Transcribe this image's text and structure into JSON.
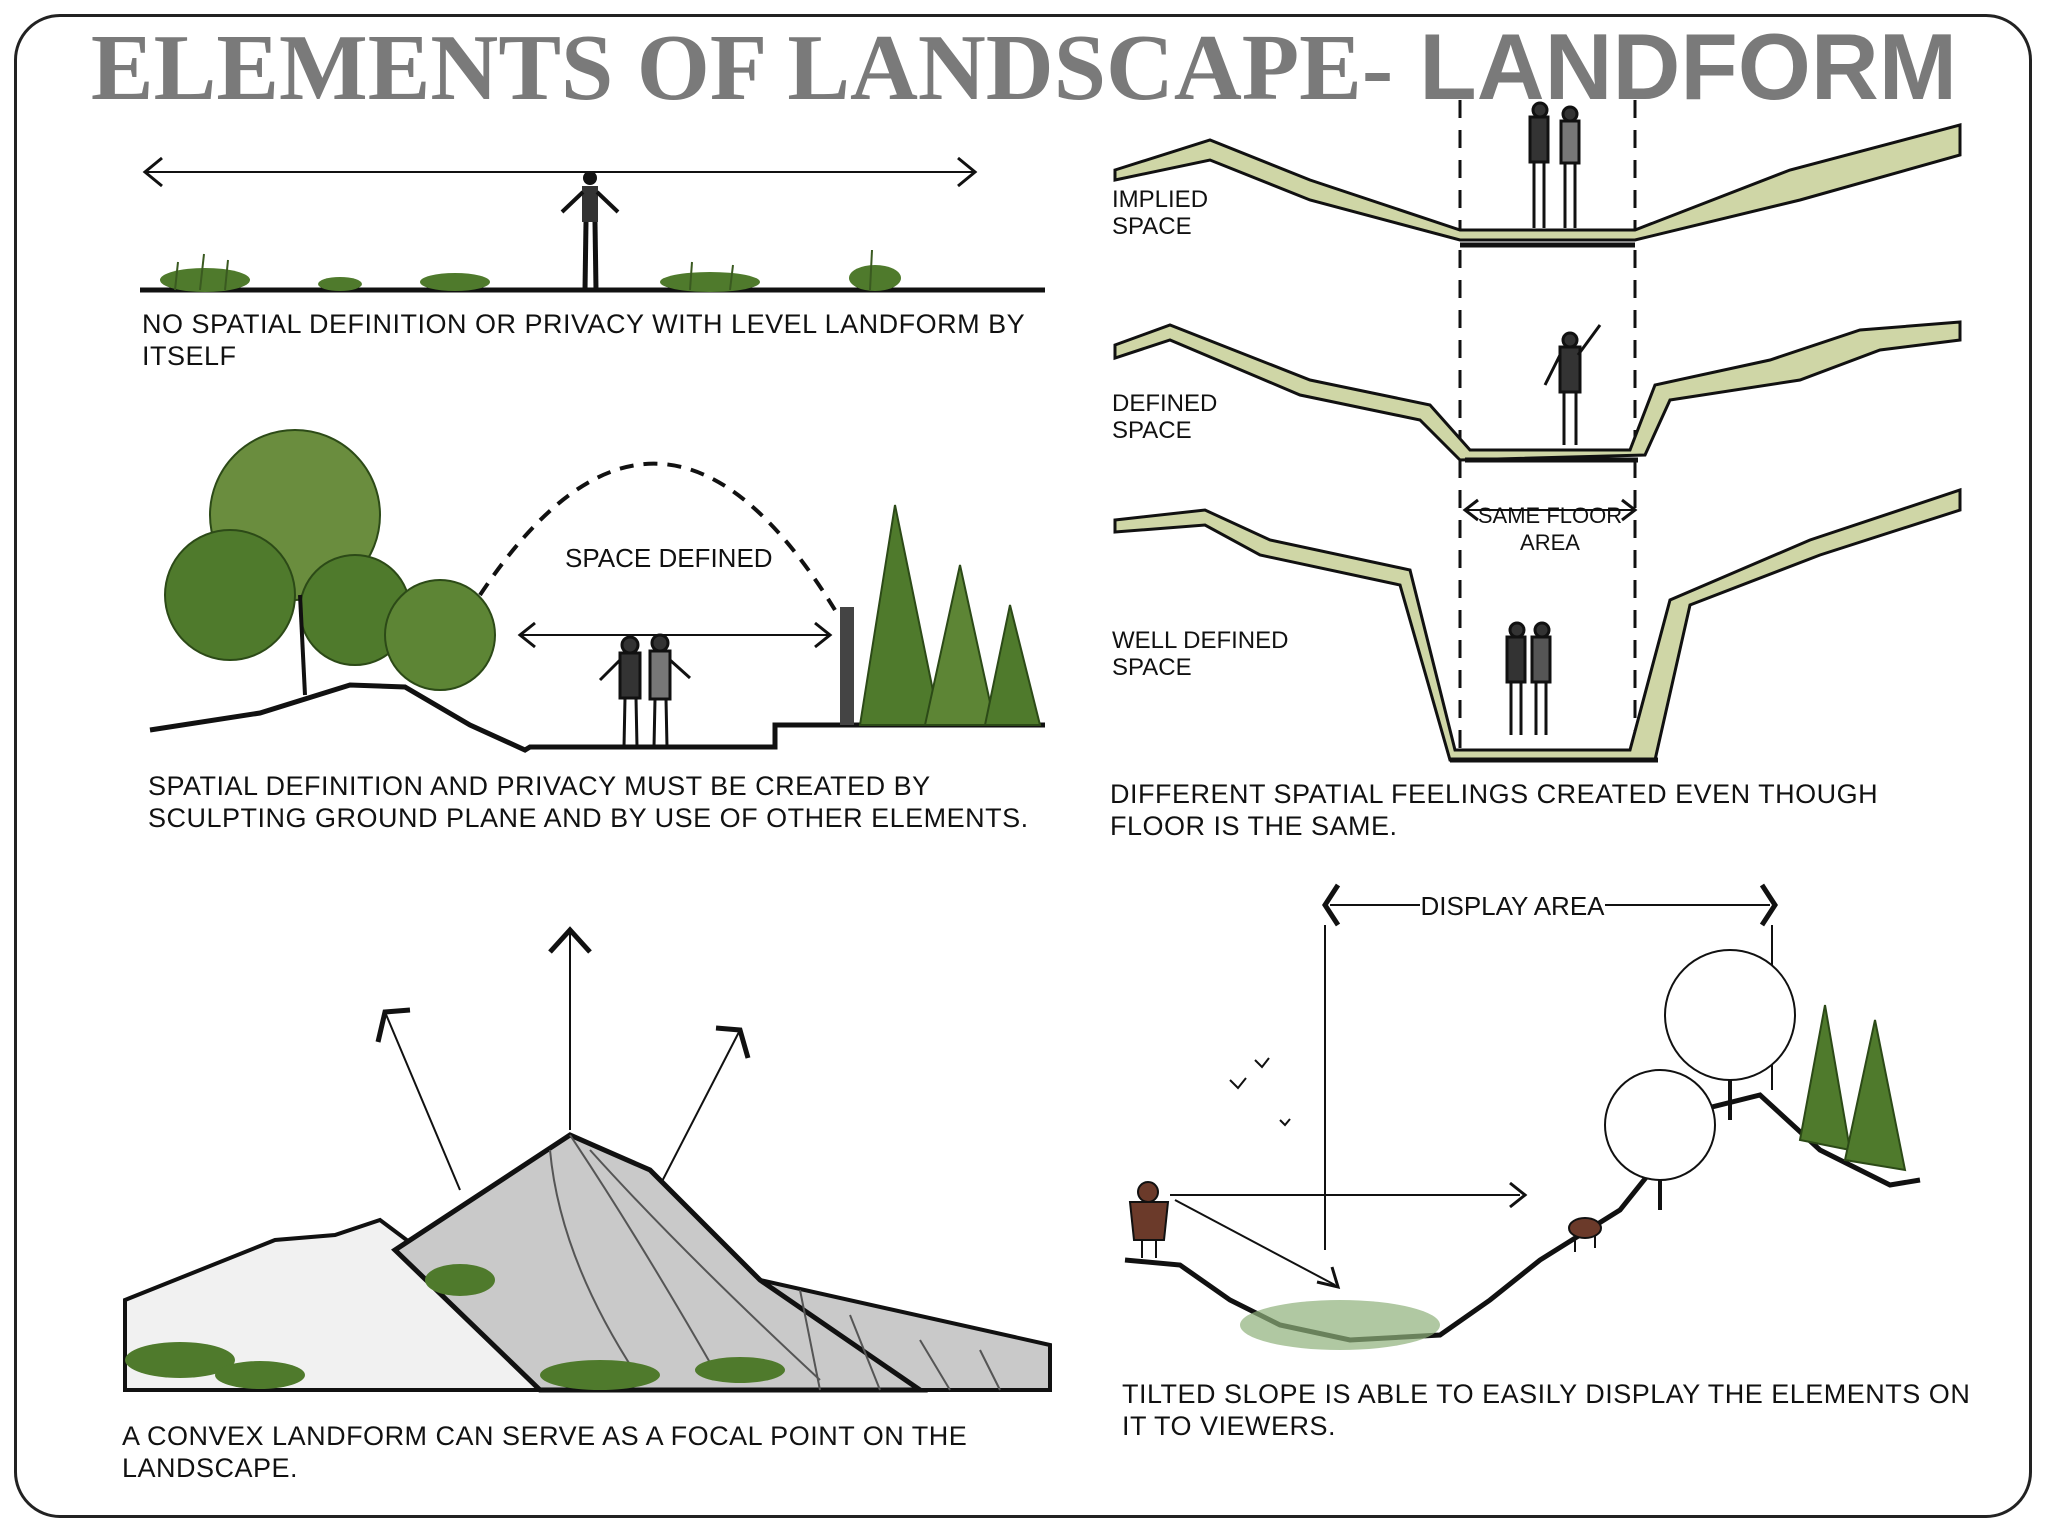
{
  "slide": {
    "title_part1": "ELEMENTS OF LANDSCAPE-",
    "title_part2": " LANDFORM"
  },
  "panels": {
    "level": {
      "caption": "NO SPATIAL DEFINITION OR PRIVACY WITH LEVEL LANDFORM BY ITSELF"
    },
    "sculpted": {
      "label": "SPACE DEFINED",
      "caption": "SPATIAL DEFINITION AND PRIVACY MUST BE CREATED BY SCULPTING GROUND PLANE AND BY USE OF OTHER ELEMENTS."
    },
    "spatial_feelings": {
      "implied": "IMPLIED SPACE",
      "defined": "DEFINED SPACE",
      "well_defined": "WELL DEFINED SPACE",
      "floor": "SAME FLOOR AREA",
      "caption": "DIFFERENT SPATIAL FEELINGS CREATED EVEN THOUGH FLOOR IS THE SAME."
    },
    "convex": {
      "caption": "A CONVEX LANDFORM CAN SERVE AS A FOCAL POINT ON THE LANDSCAPE."
    },
    "tilted": {
      "label": "DISPLAY AREA",
      "caption": "TILTED SLOPE IS ABLE TO EASILY DISPLAY THE ELEMENTS ON IT TO VIEWERS."
    }
  },
  "colors": {
    "title": "#7a7a7a",
    "foliage": "#4f7a2c",
    "hatch": "#cfd6a6",
    "mountain": "#c9c9c9"
  }
}
